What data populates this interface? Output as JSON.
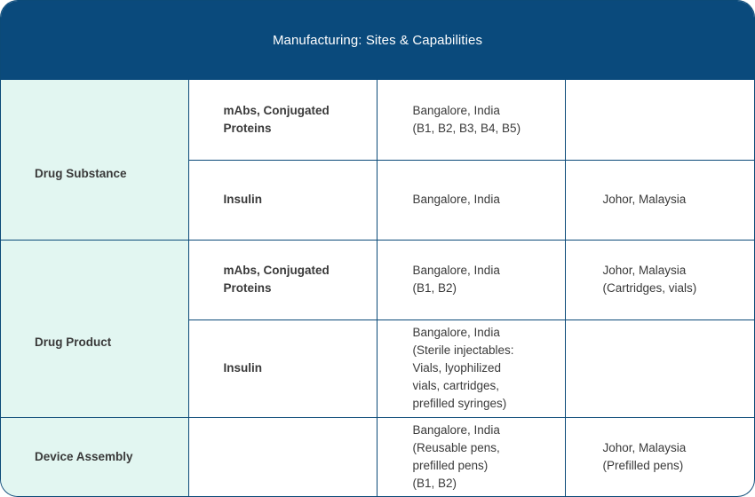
{
  "title": "Manufacturing: Sites & Capabilities",
  "colors": {
    "header_bg": "#0a4a7c",
    "category_bg": "#e2f6f1",
    "category_text": "#0a4a7c",
    "border": "#0b4a78"
  },
  "rows": [
    {
      "category": "Drug Substance",
      "items": [
        {
          "type": [
            "mAbs, Conjugated",
            "Proteins"
          ],
          "site1": [
            "Bangalore, India",
            "(B1, B2, B3, B4, B5)"
          ],
          "site2": []
        },
        {
          "type": [
            "Insulin"
          ],
          "site1": [
            "Bangalore, India"
          ],
          "site2": [
            "Johor, Malaysia"
          ]
        }
      ]
    },
    {
      "category": "Drug Product",
      "items": [
        {
          "type": [
            "mAbs, Conjugated",
            "Proteins"
          ],
          "site1": [
            "Bangalore, India",
            "(B1, B2)"
          ],
          "site2": [
            "Johor, Malaysia",
            "(Cartridges, vials)"
          ]
        },
        {
          "type": [
            "Insulin"
          ],
          "site1": [
            "Bangalore, India",
            "(Sterile injectables:",
            "Vials, lyophilized",
            "vials, cartridges,",
            "prefilled syringes)"
          ],
          "site2": []
        }
      ]
    },
    {
      "category": "Device Assembly",
      "items": [
        {
          "type": [],
          "site1": [
            "Bangalore, India",
            "(Reusable pens,",
            "prefilled pens)",
            "(B1, B2)"
          ],
          "site2": [
            "Johor, Malaysia",
            "(Prefilled pens)"
          ]
        }
      ]
    }
  ]
}
